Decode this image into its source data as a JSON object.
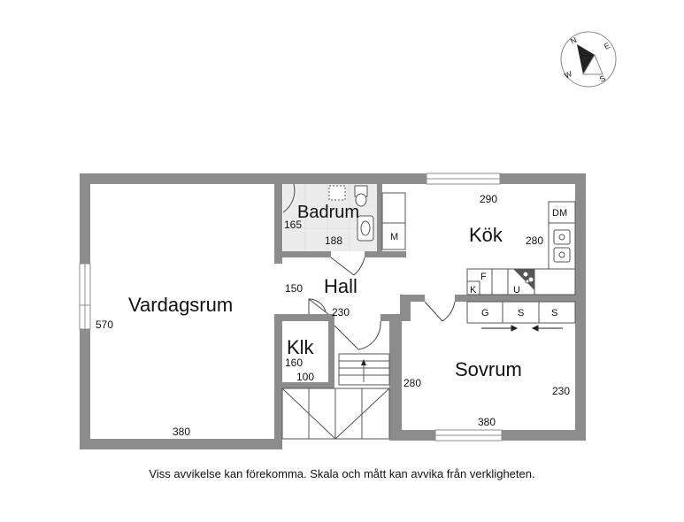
{
  "rooms": {
    "vardagsrum": {
      "name": "Vardagsrum",
      "height_dim": "570",
      "width_dim": "380"
    },
    "badrum": {
      "name": "Badrum",
      "depth_dim": "165",
      "width_dim": "188"
    },
    "kok": {
      "name": "Kök",
      "width_dim": "290",
      "depth_dim": "280"
    },
    "hall": {
      "name": "Hall",
      "depth_dim": "150",
      "width_dim": "230"
    },
    "klk": {
      "name": "Klk",
      "depth_dim": "160",
      "width_dim": "100"
    },
    "sovrum": {
      "name": "Sovrum",
      "depth_left_dim": "280",
      "depth_right_dim": "230",
      "width_dim": "380"
    }
  },
  "fixtures": {
    "dishwasher": "DM",
    "washer": "M",
    "fridge": "K",
    "freezer": "F",
    "oven": "U",
    "wardrobe_1": "G",
    "wardrobe_2": "S",
    "wardrobe_3": "S"
  },
  "compass": {
    "north": "N",
    "east": "E",
    "south": "S",
    "west": "W"
  },
  "footer": {
    "disclaimer": "Viss avvikelse kan förekomma. Skala och mått kan avvika från verkligheten."
  },
  "colors": {
    "wall": "#8c8c8c",
    "bathroom_floor": "#ececec",
    "ink": "#111111"
  }
}
